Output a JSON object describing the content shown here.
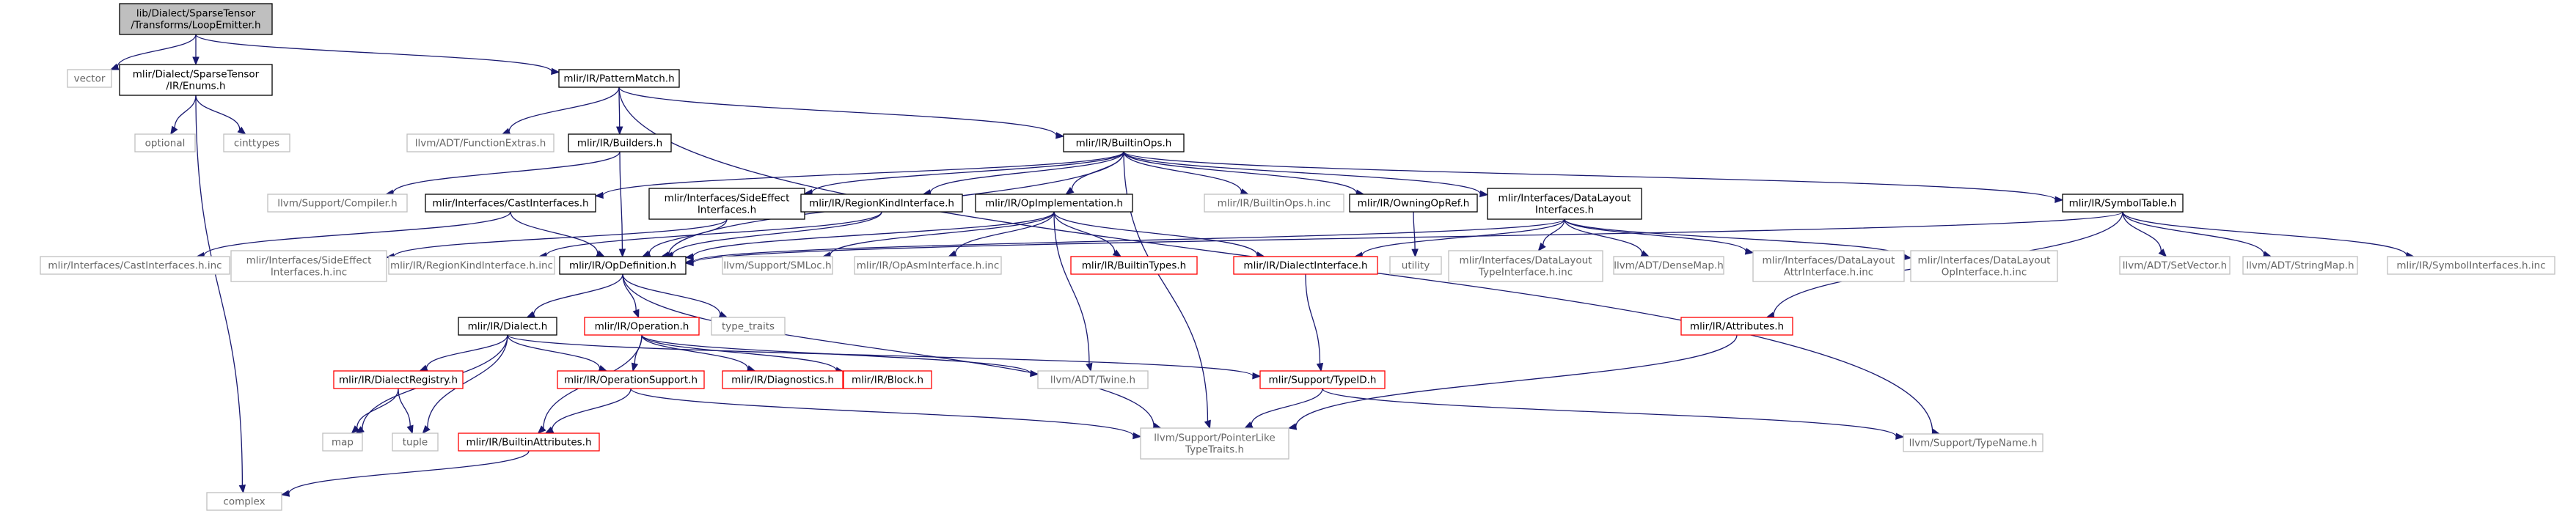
{
  "nodes": {
    "loopemitter": {
      "lines": [
        "lib/Dialect/SparseTensor",
        "/Transforms/LoopEmitter.h"
      ],
      "style": "root"
    },
    "vector": {
      "lines": [
        "vector"
      ],
      "style": "external"
    },
    "enums": {
      "lines": [
        "mlir/Dialect/SparseTensor",
        "/IR/Enums.h"
      ],
      "style": "normal"
    },
    "patternmatch": {
      "lines": [
        "mlir/IR/PatternMatch.h"
      ],
      "style": "normal"
    },
    "complex": {
      "lines": [
        "complex"
      ],
      "style": "external"
    },
    "optional": {
      "lines": [
        "optional"
      ],
      "style": "external"
    },
    "cinttypes": {
      "lines": [
        "cinttypes"
      ],
      "style": "external"
    },
    "functionextras": {
      "lines": [
        "llvm/ADT/FunctionExtras.h"
      ],
      "style": "external"
    },
    "builders": {
      "lines": [
        "mlir/IR/Builders.h"
      ],
      "style": "normal"
    },
    "builtinops": {
      "lines": [
        "mlir/IR/BuiltinOps.h"
      ],
      "style": "normal"
    },
    "typename": {
      "lines": [
        "llvm/Support/TypeName.h"
      ],
      "style": "external"
    },
    "compiler": {
      "lines": [
        "llvm/Support/Compiler.h"
      ],
      "style": "external"
    },
    "opdefinition": {
      "lines": [
        "mlir/IR/OpDefinition.h"
      ],
      "style": "normal"
    },
    "castinterfaces": {
      "lines": [
        "mlir/Interfaces/CastInterfaces.h"
      ],
      "style": "normal"
    },
    "sideeffect": {
      "lines": [
        "mlir/Interfaces/SideEffect",
        "Interfaces.h"
      ],
      "style": "normal"
    },
    "regionkind": {
      "lines": [
        "mlir/IR/RegionKindInterface.h"
      ],
      "style": "normal"
    },
    "opimplementation": {
      "lines": [
        "mlir/IR/OpImplementation.h"
      ],
      "style": "normal"
    },
    "builtinops_inc": {
      "lines": [
        "mlir/IR/BuiltinOps.h.inc"
      ],
      "style": "external"
    },
    "owningopref": {
      "lines": [
        "mlir/IR/OwningOpRef.h"
      ],
      "style": "normal"
    },
    "datalayout": {
      "lines": [
        "mlir/Interfaces/DataLayout",
        "Interfaces.h"
      ],
      "style": "normal"
    },
    "symboltable": {
      "lines": [
        "mlir/IR/SymbolTable.h"
      ],
      "style": "normal"
    },
    "pointerlike": {
      "lines": [
        "llvm/Support/PointerLike",
        "TypeTraits.h"
      ],
      "style": "external"
    },
    "castinterfaces_inc": {
      "lines": [
        "mlir/Interfaces/CastInterfaces.h.inc"
      ],
      "style": "external"
    },
    "sideeffect_inc": {
      "lines": [
        "mlir/Interfaces/SideEffect",
        "Interfaces.h.inc"
      ],
      "style": "external"
    },
    "regionkind_inc": {
      "lines": [
        "mlir/IR/RegionKindInterface.h.inc"
      ],
      "style": "external"
    },
    "smloc": {
      "lines": [
        "llvm/Support/SMLoc.h"
      ],
      "style": "external"
    },
    "opasm_inc": {
      "lines": [
        "mlir/IR/OpAsmInterface.h.inc"
      ],
      "style": "external"
    },
    "builtintypes": {
      "lines": [
        "mlir/IR/BuiltinTypes.h"
      ],
      "style": "truncated"
    },
    "dialectinterface": {
      "lines": [
        "mlir/IR/DialectInterface.h"
      ],
      "style": "truncated"
    },
    "utility": {
      "lines": [
        "utility"
      ],
      "style": "external"
    },
    "dltypeinterface_inc": {
      "lines": [
        "mlir/Interfaces/DataLayout",
        "TypeInterface.h.inc"
      ],
      "style": "external"
    },
    "densemap": {
      "lines": [
        "llvm/ADT/DenseMap.h"
      ],
      "style": "external"
    },
    "dlattrinterface_inc": {
      "lines": [
        "mlir/Interfaces/DataLayout",
        "AttrInterface.h.inc"
      ],
      "style": "external"
    },
    "dlopinterface_inc": {
      "lines": [
        "mlir/Interfaces/DataLayout",
        "OpInterface.h.inc"
      ],
      "style": "external"
    },
    "setvector": {
      "lines": [
        "llvm/ADT/SetVector.h"
      ],
      "style": "external"
    },
    "stringmap": {
      "lines": [
        "llvm/ADT/StringMap.h"
      ],
      "style": "external"
    },
    "symbolinterfaces_inc": {
      "lines": [
        "mlir/IR/SymbolInterfaces.h.inc"
      ],
      "style": "external"
    },
    "dialect": {
      "lines": [
        "mlir/IR/Dialect.h"
      ],
      "style": "normal"
    },
    "operation": {
      "lines": [
        "mlir/IR/Operation.h"
      ],
      "style": "truncated"
    },
    "type_traits": {
      "lines": [
        "type_traits"
      ],
      "style": "external"
    },
    "attributes": {
      "lines": [
        "mlir/IR/Attributes.h"
      ],
      "style": "truncated"
    },
    "dialectregistry": {
      "lines": [
        "mlir/IR/DialectRegistry.h"
      ],
      "style": "truncated"
    },
    "operationsupport": {
      "lines": [
        "mlir/IR/OperationSupport.h"
      ],
      "style": "truncated"
    },
    "diagnostics": {
      "lines": [
        "mlir/IR/Diagnostics.h"
      ],
      "style": "truncated"
    },
    "block": {
      "lines": [
        "mlir/IR/Block.h"
      ],
      "style": "truncated"
    },
    "twine": {
      "lines": [
        "llvm/ADT/Twine.h"
      ],
      "style": "external"
    },
    "typeid": {
      "lines": [
        "mlir/Support/TypeID.h"
      ],
      "style": "truncated"
    },
    "map": {
      "lines": [
        "map"
      ],
      "style": "external"
    },
    "tuple": {
      "lines": [
        "tuple"
      ],
      "style": "external"
    },
    "builtinattributes": {
      "lines": [
        "mlir/IR/BuiltinAttributes.h"
      ],
      "style": "truncated"
    }
  },
  "colors": {
    "root_fill": "#bfbfbf",
    "normal_border": "#000000",
    "external_border": "#bfbfbf",
    "truncated_border": "#ff0000",
    "external_text": "#666666",
    "edge": "#191970"
  }
}
